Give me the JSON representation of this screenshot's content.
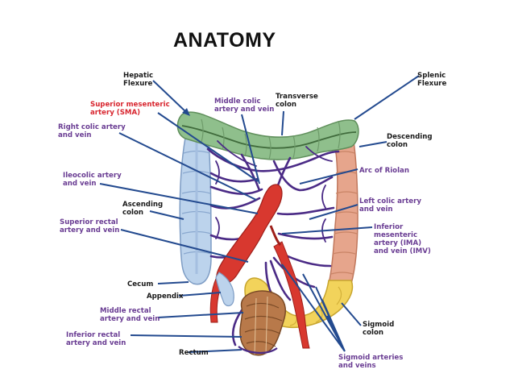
{
  "title": "ANATOMY",
  "labels": {
    "hepatic_flexure": [
      "Hepatic",
      "Flexure"
    ],
    "sma": [
      "Superior mesenteric",
      "artery (SMA)"
    ],
    "right_colic": [
      "Right colic artery",
      "and vein"
    ],
    "ileocolic": [
      "Ileocolic artery",
      "and vein"
    ],
    "ascending_colon": [
      "Ascending",
      "colon"
    ],
    "superior_rectal": [
      "Superior rectal",
      "artery and vein"
    ],
    "cecum": "Cecum",
    "appendix": "Appendix",
    "middle_rectal": [
      "Middle rectal",
      "artery and vein"
    ],
    "inferior_rectal": [
      "Inferior rectal",
      "artery and vein"
    ],
    "rectum": "Rectum",
    "middle_colic": [
      "Middle colic",
      "artery and vein"
    ],
    "transverse_colon": [
      "Transverse",
      "colon"
    ],
    "splenic_flexure": [
      "Splenic",
      "Flexure"
    ],
    "descending_colon": [
      "Descending",
      "colon"
    ],
    "arc_of_riolan": "Arc of Riolan",
    "left_colic": [
      "Left colic artery",
      "and vein"
    ],
    "ima": [
      "Inferior",
      "mesenteric",
      "artery (IMA)",
      "and vein (IMV)"
    ],
    "sigmoid_colon": [
      "Sigmoid",
      "colon"
    ],
    "sigmoid_arteries": [
      "Sigmoid arteries",
      "and veins"
    ]
  },
  "colors": {
    "transverse": "#8fbf8c",
    "ascending": "#bcd3ec",
    "descending": "#e6a58c",
    "sigmoid": "#f2d35b",
    "artery": "#d8382f",
    "vessel": "#4b2b86",
    "leader": "#234a8f",
    "label_purple": "#6a3d93",
    "label_red": "#d8262f"
  }
}
